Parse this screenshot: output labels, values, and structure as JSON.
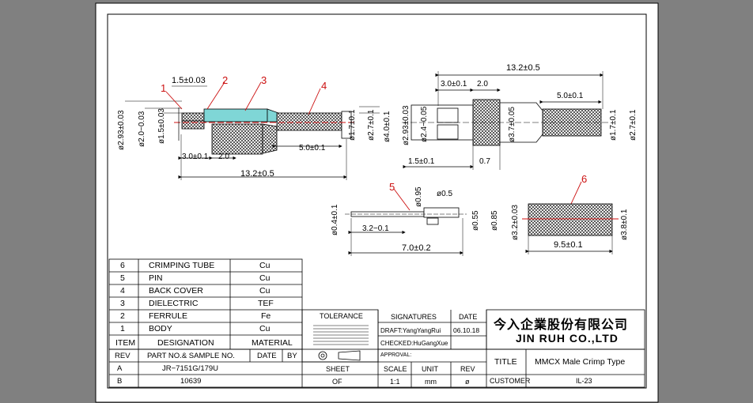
{
  "callouts": [
    "1",
    "2",
    "3",
    "4",
    "5",
    "6"
  ],
  "view1": {
    "dims": [
      "1.5±0.03",
      "ø2.93±0.03",
      "ø2.0−0.03",
      "ø1.5±0.03",
      "ø1.7±0.1",
      "ø2.7±0.1",
      "3.0±0.1",
      "2.0",
      "5.0±0.1",
      "13.2±0.5"
    ]
  },
  "view2": {
    "dims": [
      "13.2±0.5",
      "3.0±0.1",
      "2.0",
      "5.0±0.1",
      "ø4.0±0.1",
      "ø2.93±0.03",
      "ø2.4−0.05",
      "ø3.7±0.05",
      "ø1.7±0.1",
      "ø2.7±0.1",
      "1.5±0.1",
      "0.7"
    ]
  },
  "view3": {
    "dims": [
      "ø0.95",
      "ø0.5",
      "ø0.4±0.1",
      "ø0.55",
      "ø0.85",
      "3.2−0.1",
      "7.0±0.2"
    ]
  },
  "view4": {
    "dims": [
      "ø3.2±0.03",
      "ø3.8±0.1",
      "9.5±0.1"
    ]
  },
  "bom": {
    "rows": [
      {
        "item": "6",
        "name": "CRIMPING TUBE",
        "material": "Cu"
      },
      {
        "item": "5",
        "name": "PIN",
        "material": "Cu"
      },
      {
        "item": "4",
        "name": "BACK COVER",
        "material": "Cu"
      },
      {
        "item": "3",
        "name": "DIELECTRIC",
        "material": "TEF"
      },
      {
        "item": "2",
        "name": "FERRULE",
        "material": "Fe"
      },
      {
        "item": "1",
        "name": "BODY",
        "material": "Cu"
      }
    ],
    "header": {
      "item": "ITEM",
      "designation": "DESIGNATION",
      "material": "MATERIAL"
    }
  },
  "revs": {
    "header": {
      "rev": "REV",
      "part": "PART NO.& SAMPLE NO.",
      "date": "DATE",
      "by": "BY"
    },
    "rows": [
      {
        "rev": "A",
        "part": "JR−7151G/179U",
        "date": "",
        "by": ""
      },
      {
        "rev": "B",
        "part": "10639",
        "date": "",
        "by": ""
      }
    ]
  },
  "tolerance": {
    "label": "TOLERANCE"
  },
  "signatures": {
    "label": "SIGNATURES",
    "date_label": "DATE",
    "draft": "DRAFT:YangYangRui",
    "draft_date": "06.10.18",
    "checked": "CHECKED:HuGangXue",
    "approval": "APPROVAL:"
  },
  "sheet": {
    "label": "SHEET",
    "value": "OF"
  },
  "scale": {
    "label": "SCALE",
    "value": "1:1"
  },
  "unit": {
    "label": "UNIT",
    "value": "mm"
  },
  "rev": {
    "label": "REV",
    "value": "ø"
  },
  "company": {
    "chinese": "今入企業股份有限公司",
    "english": "JIN RUH CO.,LTD"
  },
  "title_block": {
    "title_label": "TITLE",
    "title": "MMCX Male Crimp Type",
    "customer_label": "CUSTOMER",
    "customer": "IL-23"
  }
}
